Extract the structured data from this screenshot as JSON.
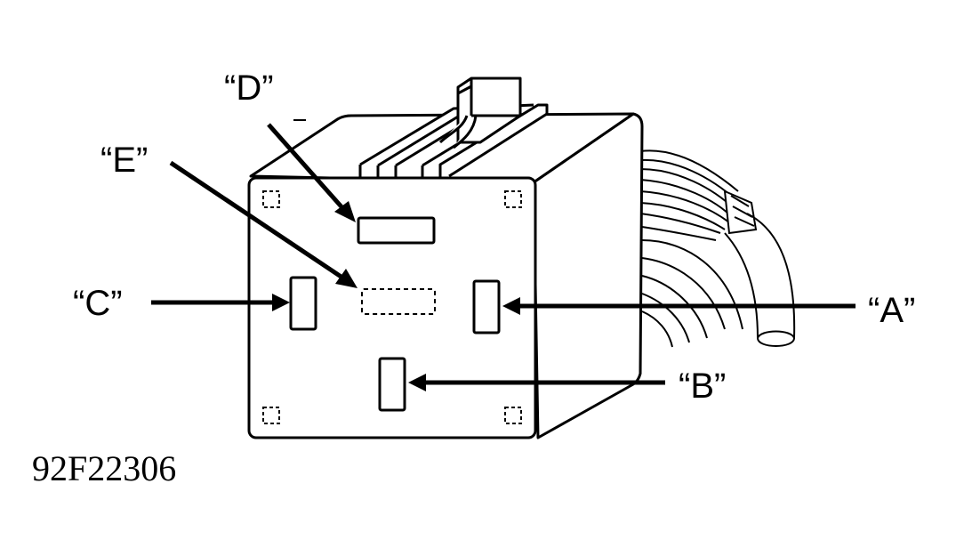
{
  "diagram": {
    "labels": {
      "a": "“A”",
      "b": "“B”",
      "c": "“C”",
      "d": "“D”",
      "e": "“E”"
    },
    "figure_id": "92F22306"
  }
}
